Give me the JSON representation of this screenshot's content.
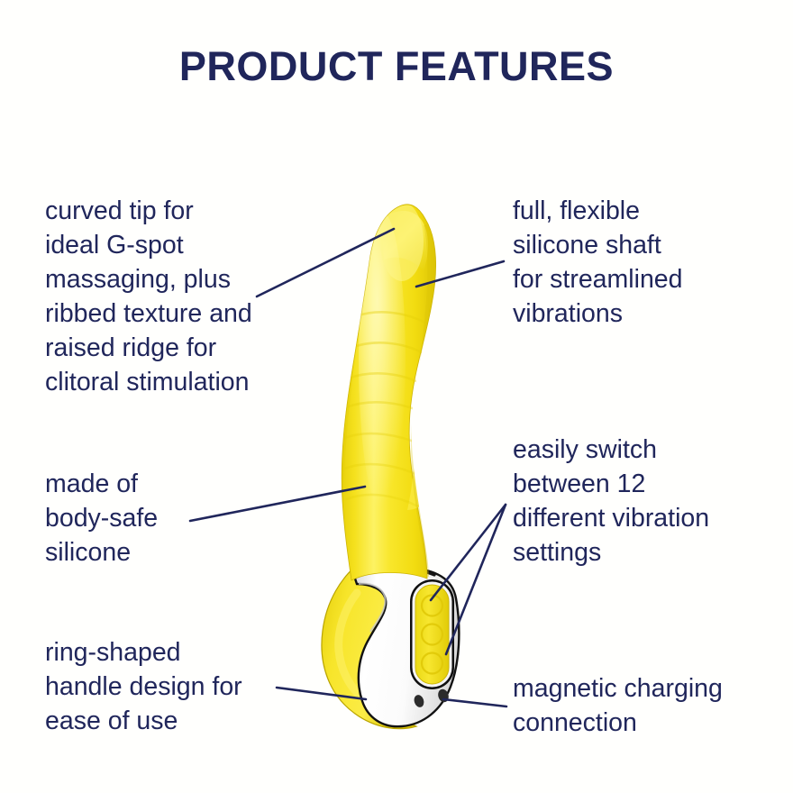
{
  "page": {
    "title": "PRODUCT FEATURES",
    "background_color": "#fffffd",
    "text_color": "#20265b"
  },
  "product": {
    "name": "yellow-silicone-vibrator",
    "body_color": "#f5e11e",
    "body_shadow_color": "#d9c40d",
    "body_highlight_color": "#fdf478",
    "handle_color": "#ffffff",
    "handle_shade_color": "#dcdcdc",
    "outline_color": "#1a1a1a",
    "button_panel_color": "#f5e11e",
    "charging_contact_color": "#2b2b2b",
    "parts": [
      "curved-tip",
      "ribbed-shaft",
      "raised-ridge",
      "white-handle",
      "button-panel",
      "ring-handle",
      "magnetic-contacts"
    ]
  },
  "callouts": [
    {
      "id": "curved-tip",
      "side": "left",
      "text": "curved tip for\nideal G-spot\nmassaging, plus\nribbed texture and\nraised ridge for\nclitoral stimulation",
      "leader_lines": [
        [
          285,
          329,
          437,
          254
        ]
      ]
    },
    {
      "id": "flexible-shaft",
      "side": "right",
      "text": "full, flexible\nsilicone shaft\nfor streamlined\nvibrations",
      "leader_lines": [
        [
          462,
          318,
          559,
          290
        ]
      ]
    },
    {
      "id": "body-safe",
      "side": "left",
      "text": "made of\nbody-safe\nsilicone",
      "leader_lines": [
        [
          211,
          578,
          405,
          540
        ]
      ]
    },
    {
      "id": "vibration-modes",
      "side": "right",
      "text": "easily switch\nbetween 12\ndifferent vibration\nsettings",
      "leader_lines": [
        [
          478,
          666,
          561,
          560
        ],
        [
          495,
          726,
          561,
          560
        ]
      ]
    },
    {
      "id": "ring-handle",
      "side": "left",
      "text": "ring-shaped\nhandle design for\nease of use",
      "leader_lines": [
        [
          307,
          763,
          406,
          776
        ]
      ]
    },
    {
      "id": "charging",
      "side": "right",
      "text": "magnetic charging\nconnection",
      "leader_lines": [
        [
          492,
          776,
          562,
          784
        ]
      ]
    }
  ],
  "leader_line": {
    "color": "#20265b",
    "width": 2.6
  }
}
